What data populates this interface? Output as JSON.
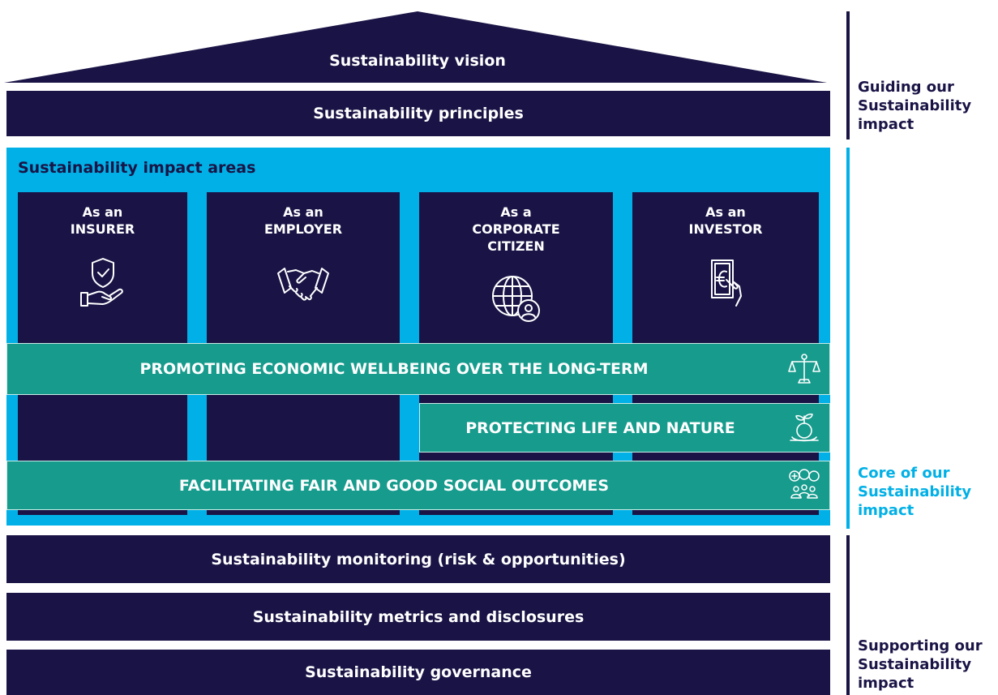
{
  "roof": {
    "label": "Sustainability vision"
  },
  "principles": {
    "label": "Sustainability principles"
  },
  "impact_areas": {
    "title": "Sustainability impact areas",
    "columns": [
      {
        "label": "As an\nINSURER",
        "icon": "shield-hand-icon"
      },
      {
        "label": "As an\nEMPLOYER",
        "icon": "handshake-icon"
      },
      {
        "label": "As a\nCORPORATE\nCITIZEN",
        "icon": "globe-person-icon"
      },
      {
        "label": "As an\nINVESTOR",
        "icon": "euro-note-hand-icon"
      }
    ],
    "bands": [
      {
        "label": "PROMOTING ECONOMIC WELLBEING OVER THE LONG-TERM",
        "icon": "scales-icon"
      },
      {
        "label": "PROTECTING LIFE AND NATURE",
        "icon": "plant-globe-icon"
      },
      {
        "label": "FACILITATING FAIR AND GOOD SOCIAL OUTCOMES",
        "icon": "community-icon"
      }
    ]
  },
  "foundation": [
    {
      "label": "Sustainability monitoring (risk & opportunities)"
    },
    {
      "label": "Sustainability metrics and disclosures"
    },
    {
      "label": "Sustainability governance"
    }
  ],
  "side_labels": [
    {
      "label": "Guiding our\nSustainability\nimpact",
      "color": "#1a1446"
    },
    {
      "label": "Core of our\nSustainability\nimpact",
      "color": "#00b0e6"
    },
    {
      "label": "Supporting our\nSustainability\nimpact",
      "color": "#1a1446"
    }
  ],
  "colors": {
    "navy": "#1a1446",
    "cyan": "#00b0e6",
    "teal": "#169b8d"
  }
}
